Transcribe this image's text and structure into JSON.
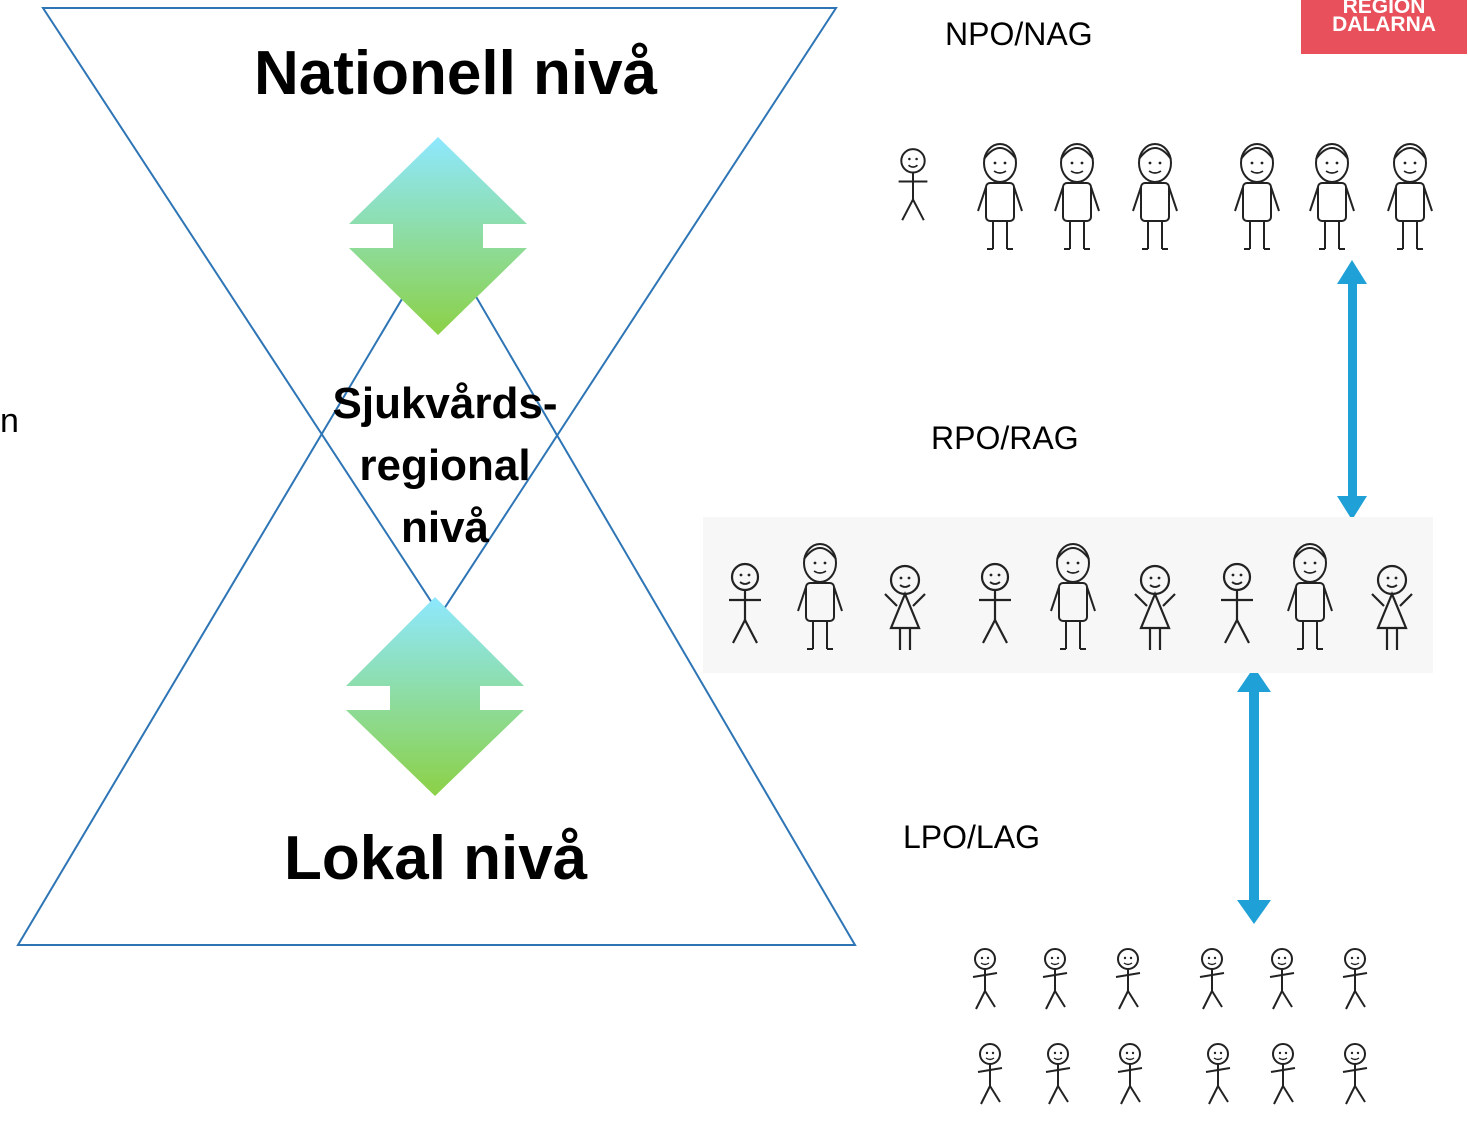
{
  "levels": {
    "national": "Nationell nivå",
    "regional_line1": "Sjukvårds-",
    "regional_line2": "regional",
    "regional_line3": "nivå",
    "local": "Lokal nivå"
  },
  "groups": {
    "national": "NPO/NAG",
    "regional": "RPO/RAG",
    "local": "LPO/LAG"
  },
  "left_fragment": "n",
  "logo": {
    "line1": "REGION",
    "line2": "DALARNA",
    "color": "#e8505b"
  },
  "colors": {
    "triangle_stroke": "#2e75b6",
    "arrow_top": "#8ee8ff",
    "arrow_bottom": "#8cd146",
    "link_arrow": "#1fa1d8"
  },
  "icons": {
    "people": "stick-figure-icon"
  }
}
